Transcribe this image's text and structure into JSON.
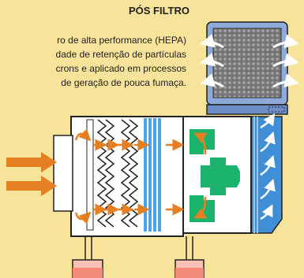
{
  "title": "PÓS FILTRO",
  "description_lines": [
    "ro de alta performance (HEPA)",
    "dade de retenção de partículas",
    "crons e aplicado em processos",
    "de geração de pouca fumaça."
  ],
  "colors": {
    "background": "#f7e39a",
    "housing_fill": "#ffffff",
    "outline": "#222222",
    "airflow": "#e67e22",
    "fan": "#1bb26b",
    "hepa_frame": "#6d8fc9",
    "hepa_media": "#7e7e7e",
    "duct_blue": "#3f8fd6",
    "container_liquid": "#f28a7a"
  },
  "icons": [
    "airflow-arrow-icon",
    "fan-icon",
    "filter-media-icon"
  ]
}
